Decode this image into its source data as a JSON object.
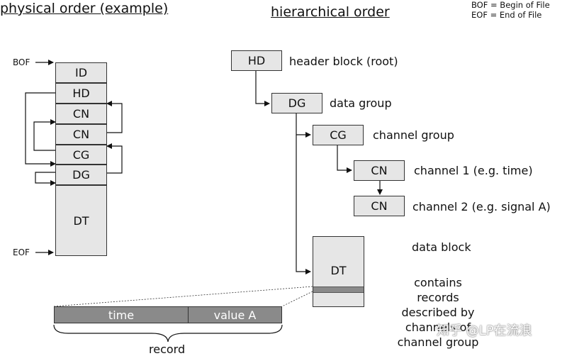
{
  "headings": {
    "physical": "physical order (example)",
    "hierarchical": "hierarchical order"
  },
  "legend": {
    "bof": "BOF = Begin of File",
    "eof": "EOF = End of File"
  },
  "physical_stack": {
    "bof_label": "BOF",
    "eof_label": "EOF",
    "cells": [
      "ID",
      "HD",
      "CN",
      "CN",
      "CG",
      "DG",
      "DT"
    ]
  },
  "hierarchy": {
    "hd": {
      "label": "HD",
      "desc": "header block (root)"
    },
    "dg": {
      "label": "DG",
      "desc": "data group"
    },
    "cg": {
      "label": "CG",
      "desc": "channel group"
    },
    "cn1": {
      "label": "CN",
      "desc": "channel 1 (e.g. time)"
    },
    "cn2": {
      "label": "CN",
      "desc": "channel 2 (e.g. signal A)"
    },
    "dt": {
      "label": "DT",
      "desc": "data block"
    }
  },
  "dt_caption": "contains records described by channels of channel group",
  "record": {
    "time_label": "time",
    "value_label": "value A",
    "record_label": "record"
  },
  "watermark": "知乎 @LP在流浪"
}
